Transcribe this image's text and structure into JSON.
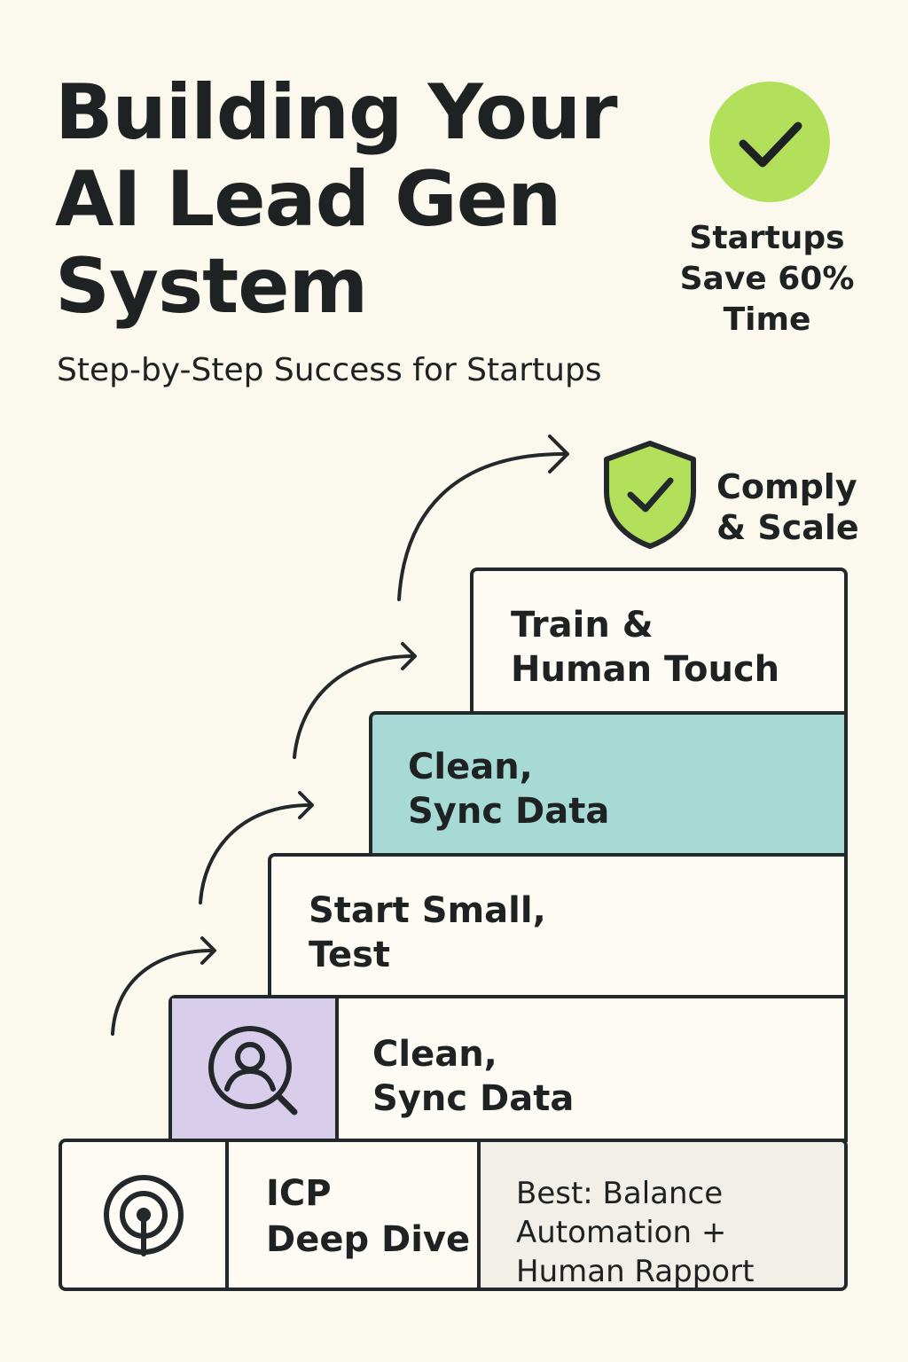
{
  "title": "Building Your\nAI Lead Gen\nSystem",
  "subtitle": "Step-by-Step Success for Startups",
  "badge": {
    "icon": "checkmark-icon",
    "text": "Startups\nSave 60%\nTime",
    "color": "#b3e05a"
  },
  "goal": {
    "icon": "shield-check-icon",
    "text": "Comply\n& Scale"
  },
  "steps": [
    {
      "label": "ICP\nDeep Dive",
      "icon": "target-icon",
      "note": "Best: Balance\nAutomation +\nHuman Rapport"
    },
    {
      "label": "Clean,\nSync Data",
      "icon": "user-search-icon",
      "color": "#d8ceec"
    },
    {
      "label": "Start Small,\nTest"
    },
    {
      "label": "Clean,\nSync Data",
      "color": "#a7dad5"
    },
    {
      "label": "Train &\nHuman Touch"
    }
  ]
}
